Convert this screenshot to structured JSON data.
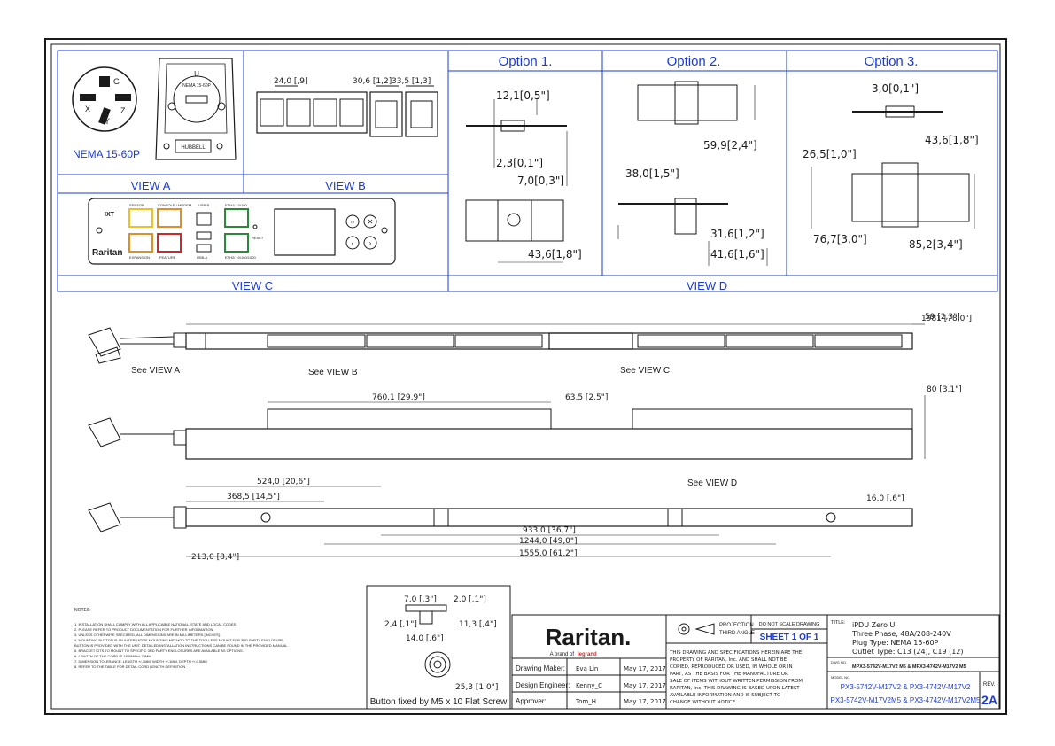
{
  "views": {
    "view_a": "VIEW A",
    "view_b": "VIEW B",
    "view_c": "VIEW C",
    "view_d": "VIEW D",
    "nema": "NEMA 15-60P",
    "plug_pins": {
      "g": "G",
      "x": "X",
      "y": "Y",
      "z": "Z"
    },
    "plug_body": {
      "u": "U",
      "label": "NEMA 15-60P",
      "brand": "HUBBELL"
    }
  },
  "view_b": {
    "dim_a": "24,0 [,9]",
    "dim_b": "30,6 [1,2]",
    "dim_c": "33,5 [1,3]"
  },
  "view_c": {
    "brand": "Raritan",
    "port_labels": {
      "sensor": "SENSOR",
      "console": "CONSOLE / MODEM",
      "usb_b": "USB-B",
      "eth1": "ETH1/ 10/100",
      "expansion": "EXPANSION",
      "feature": "FEATURE",
      "usb_a": "USB-A",
      "eth2": "ETH2/ 10/100/1000"
    },
    "reset": "RESET"
  },
  "options": {
    "opt1": "Option 1.",
    "opt2": "Option  2.",
    "opt3": "Option 3.",
    "o1_d1": "12,1[0,5\"]",
    "o1_d2": "2,3[0,1\"]",
    "o1_d3": "7,0[0,3\"]",
    "o1_d4": "43,6[1,8\"]",
    "o2_d1": "59,9[2,4\"]",
    "o2_d2": "38,0[1,5\"]",
    "o2_d3": "31,6[1,2\"]",
    "o2_d4": "41,6[1,6\"]",
    "o3_d1": "3,0[0,1\"]",
    "o3_d2": "43,6[1,8\"]",
    "o3_d3": "26,5[1,0\"]",
    "o3_d4": "76,7[3,0\"]",
    "o3_d5": "85,2[3,4\"]"
  },
  "main": {
    "len_total": "1981 [78,0\"]",
    "len_end": "59 [2,3\"]",
    "see_a": "See VIEW A",
    "see_b": "See VIEW B",
    "see_c": "See VIEW C",
    "see_d": "See VIEW D",
    "d_760": "760,1 [29,9\"]",
    "d_635": "63,5 [2,5\"]",
    "d_80": "80 [3,1\"]",
    "d_524": "524,0 [20,6\"]",
    "d_368": "368,5 [14,5\"]",
    "d_16": "16,0 [,6\"]",
    "d_933": "933,0 [36,7\"]",
    "d_1244": "1244,0 [49,0\"]",
    "d_213": "213,0 [8,4\"]",
    "d_1555": "1555,0 [61,2\"]"
  },
  "notes": {
    "title": "NOTES:",
    "items": [
      "1. INSTALLATION SHALL COMPLY WITH ALL APPLICABLE NATIONAL, STATE AND LOCAL CODES.",
      "2. PLEASE REFER TO PRODUCT DOCUMENTATION FOR FURTHER INFORMATION.",
      "3. UNLESS OTHERWISE SPECIFIED, ALL DIMENSIONS ARE IN MILLIMETERS [INCHES].",
      "4. MOUNTING BUTTON IS AN ALTERNATIVE MOUNTING METHOD TO THE TOOLLESS MOUNT FOR 3RD PARTY ENCLOSURE.",
      "   BUTTON IS PROVIDED WITH THE UNIT. DETAILED INSTALLATION INSTRUCTIONS CAN BE FOUND IN THE PROVIDED MANUAL.",
      "5. BRACKET KITS TO MOUNT TO SPECIFIC 3RD PARTY ENCLOSURES ARE AVAILABLE AS OPTIONS.",
      "6. LENGTH OF THE CORD IS 1800MM+/-70MM",
      "7. DIMENSION TOLERANCE: LENGTH +/-3MM, WIDTH +/-1MM, DEPTH +/-0.5MM",
      "8. REFER TO THE TABLE FOR DETAIL CORD LENGTH DEFINITION"
    ]
  },
  "button": {
    "d_70": "7,0 [,3\"]",
    "d_20": "2,0 [,1\"]",
    "d_24": "2,4 [,1\"]",
    "d_113": "11,3 [,4\"]",
    "d_140": "14,0 [,6\"]",
    "d_253": "25,3 [1,0\"]",
    "caption": "Button fixed by M5 x 10 Flat Screw"
  },
  "title_block": {
    "logo": "Raritan.",
    "tagline_prefix": "A brand of",
    "tagline_brand": "legrand",
    "rows": [
      {
        "role": "Drawing Maker:",
        "name": "Eva Lin",
        "date": "May 17, 2017"
      },
      {
        "role": "Design Engineer:",
        "name": "Kenny_C",
        "date": "May 17, 2017"
      },
      {
        "role": "Approver:",
        "name": "Tom_H",
        "date": "May 17, 2017"
      }
    ],
    "projection": "PROJECTION",
    "third_angle": "THIRD ANGLE",
    "do_not_scale": "DO NOT SCALE DRAWING",
    "sheet": "SHEET 1 OF 1",
    "legal": [
      "THIS DRAWING AND SPECIFICATIONS HEREIN ARE THE",
      "PROPERTY OF RARITAN, Inc. AND SHALL NOT BE",
      "COPIED, REPRODUCED OR USED, IN WHOLE OR IN",
      "PART, AS THE BASIS FOR THE MANUFACTURE OR",
      "SALE OF ITEMS WITHOUT WRITTEN PERMISSION FROM",
      "RARITAN, Inc. THIS DRAWING IS BASED UPON LATEST",
      "AVAILABLE INFORMATION AND IS SUBJECT TO",
      "CHANGE WITHOUT NOTICE."
    ],
    "title_label": "TITLE:",
    "title_lines": [
      "iPDU Zero U",
      "Three Phase, 48A/208-240V",
      "Plug Type: NEMA 15-60P",
      "Outlet Type: C13 (24), C19 (12)"
    ],
    "dwg_label": "DWG NO.",
    "dwg_no": "MPX3-5742V-M17V2 M5 & MPX3-4742V-M17V2 M5",
    "model_label": "MODEL NO.",
    "model_lines": [
      "PX3-5742V-M17V2 & PX3-4742V-M17V2",
      "PX3-5742V-M17V2M5 & PX3-4742V-M17V2M5"
    ],
    "rev_label": "REV.",
    "rev": "2A"
  },
  "colors": {
    "accent": "#1a3bd8",
    "line": "#1a1a1a",
    "sensor": "#f0c020",
    "console": "#e09020",
    "feature": "#d02828",
    "eth": "#2a8a3a"
  }
}
